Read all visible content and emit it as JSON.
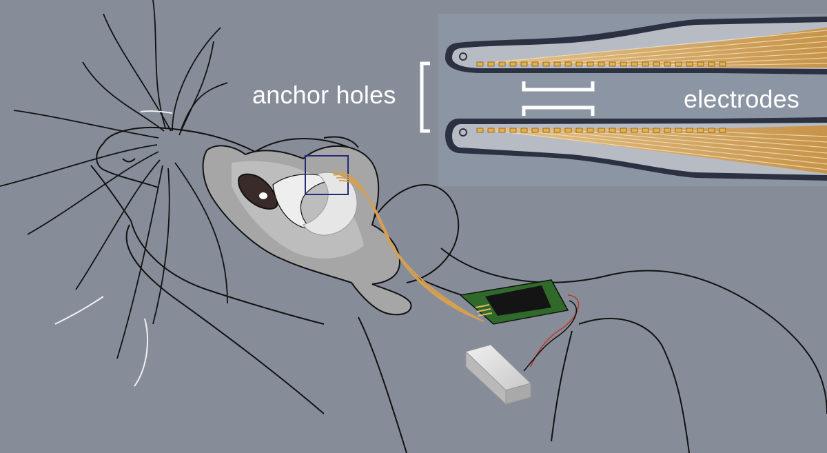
{
  "labels": {
    "anchor_holes": "anchor holes",
    "electrodes": "electrodes"
  },
  "colors": {
    "background": "#868d99",
    "brain": "#a9a9a9",
    "gold_trace": "#d9a35a",
    "pcb_green": "#2f6a2b",
    "chip_black": "#141414",
    "battery": "#d6d6d6",
    "outline": "#111111",
    "highlight_box": "#23287a"
  },
  "icons": [
    "mouse-outline",
    "brain-illustration",
    "flexible-probe",
    "pcb-board",
    "battery"
  ]
}
